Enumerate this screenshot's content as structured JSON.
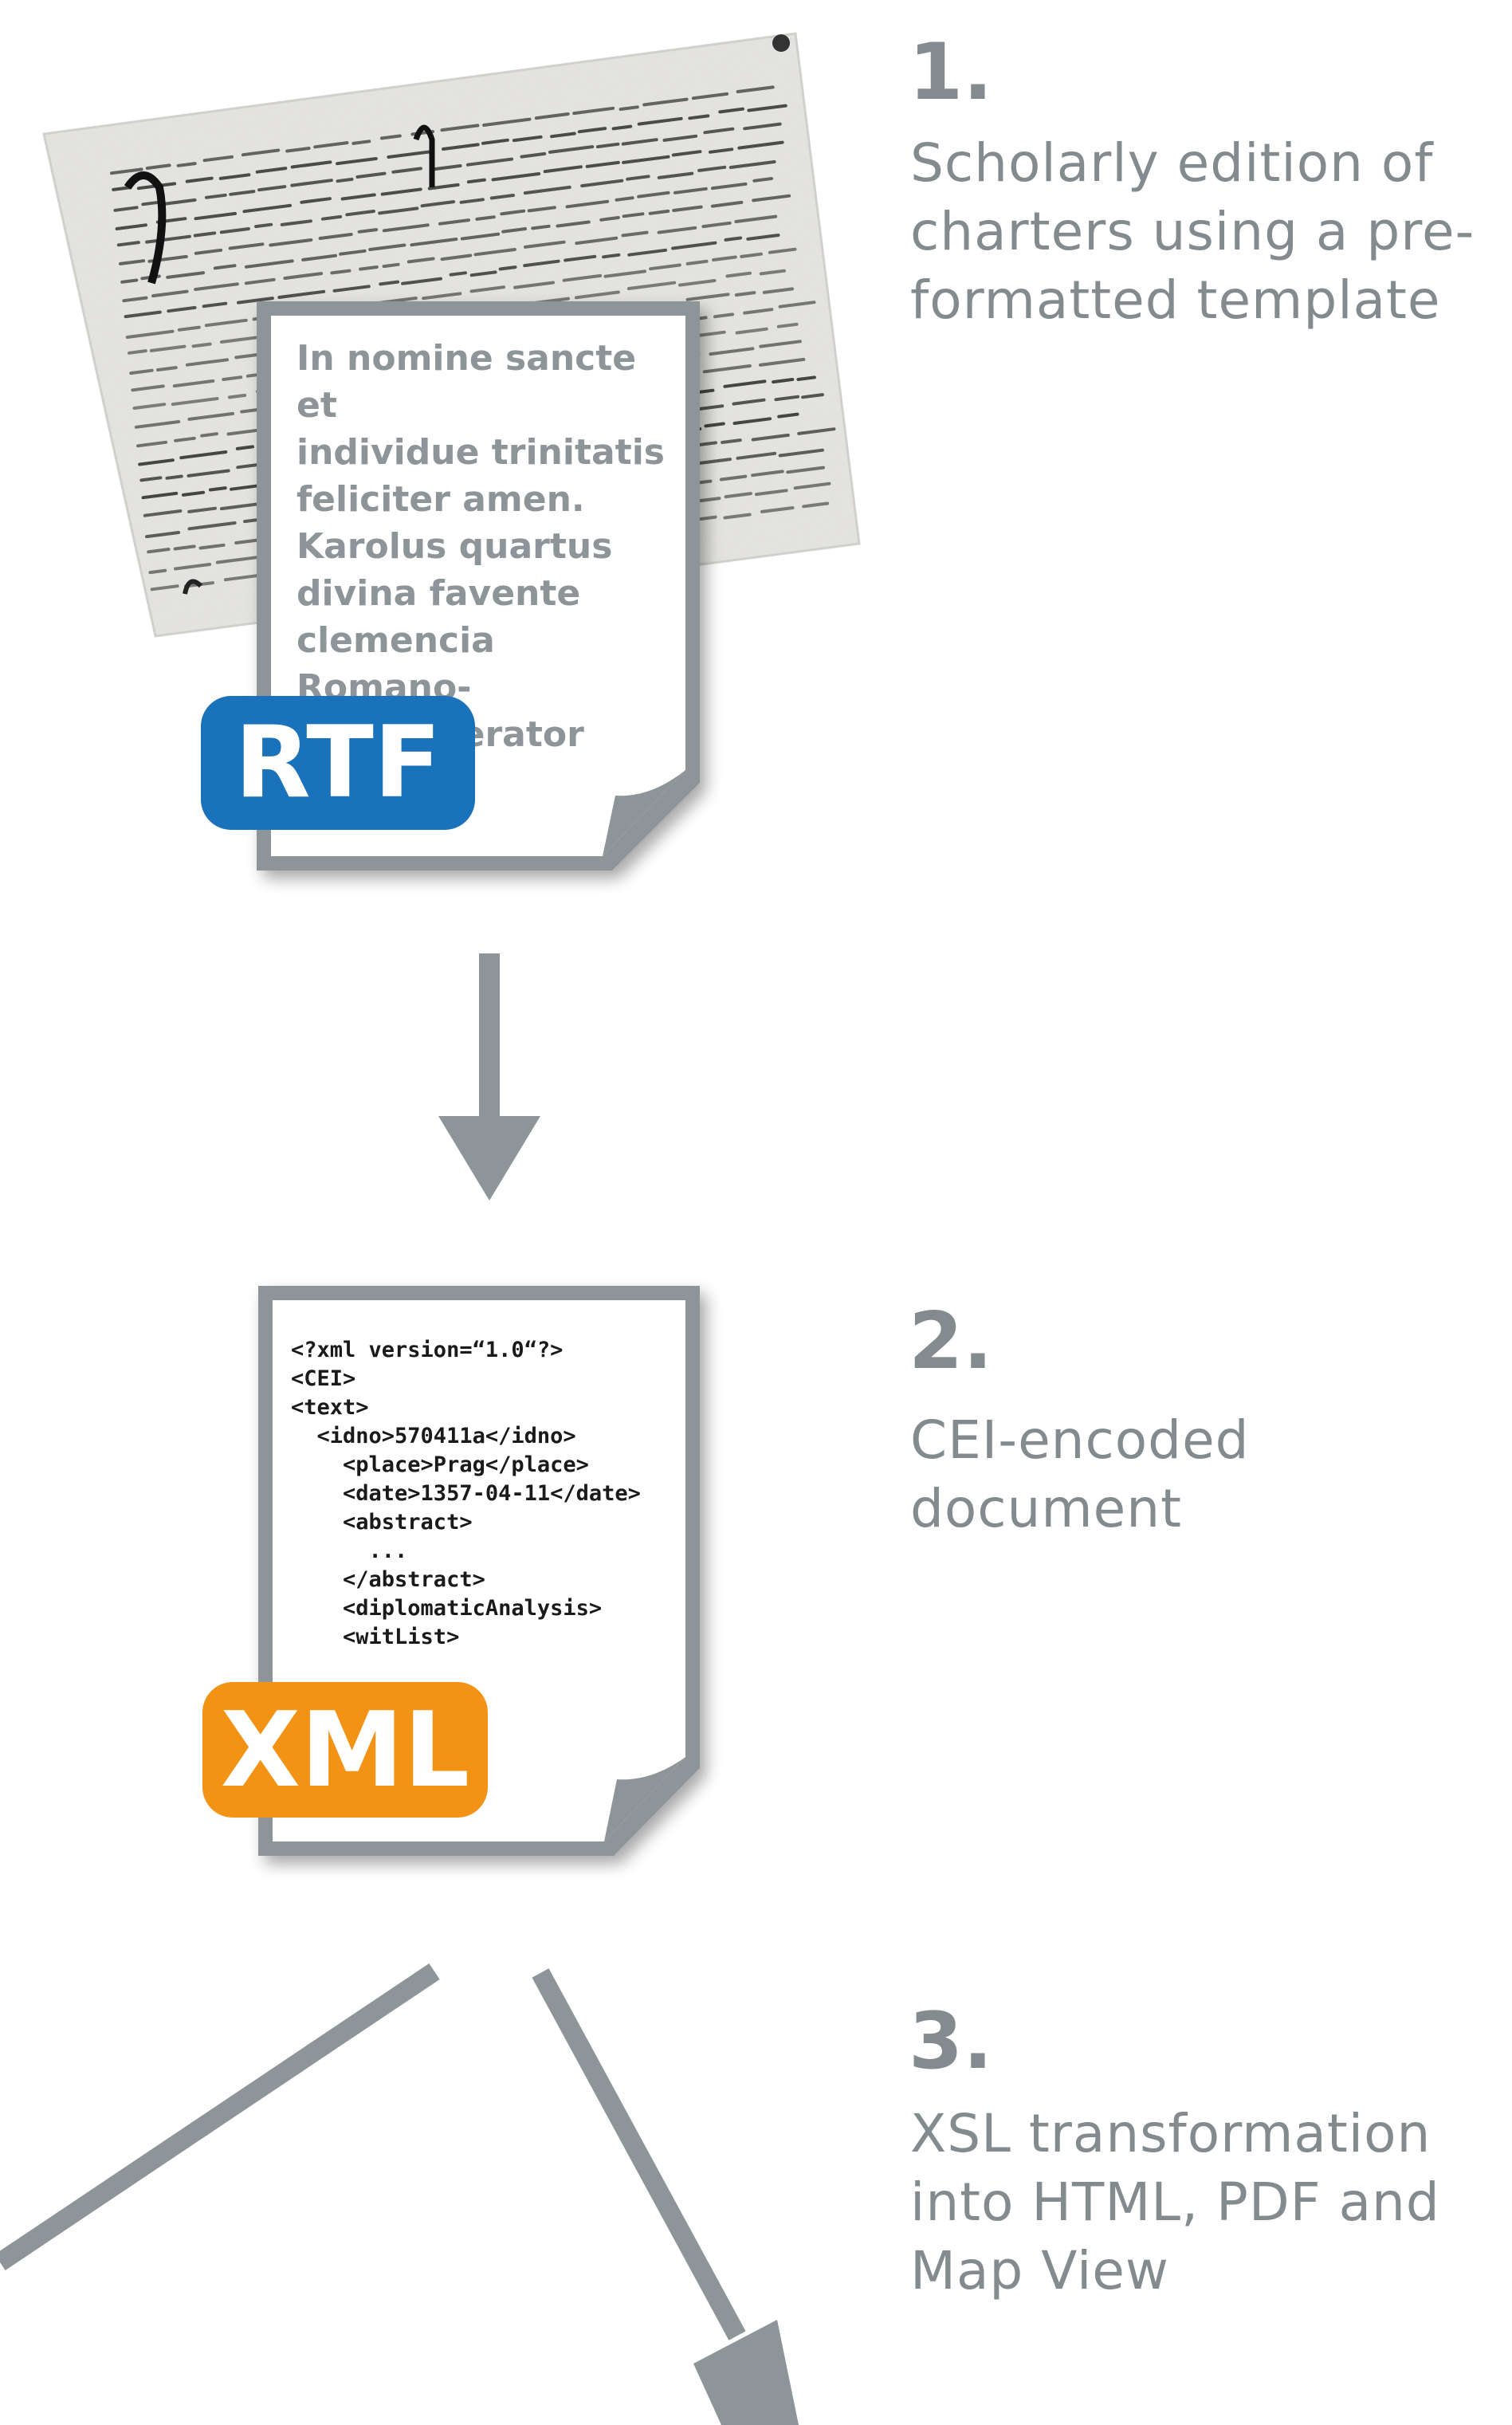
{
  "colors": {
    "gray": "#8e9599",
    "rtf_blue": "#1a72bb",
    "xml_orange": "#f39316",
    "code_text": "#1a1a1a"
  },
  "steps": [
    {
      "number": "1.",
      "text": "Scholarly edition of\ncharters using a pre-\nformatted template"
    },
    {
      "number": "2.",
      "text": "CEI-encoded\ndocument"
    },
    {
      "number": "3.",
      "text": "XSL transformation\ninto HTML, PDF and\nMap View"
    }
  ],
  "rtf_document": {
    "badge": "RTF",
    "text": "In nominе sancte et\nindividue trinitatis\nfeliciter amen.\nKarolus quartus\ndivina favente\nclemencia Romano-\nrum imperator"
  },
  "xml_document": {
    "badge": "XML",
    "code": "<?xml version=“1.0“?>\n<CEI>\n<text>\n  <idno>570411a</idno>\n    <place>Prag</place>\n    <date>1357-04-11</date>\n    <abstract>\n      ...\n    </abstract>\n    <diplomaticAnalysis>\n    <witList>"
  },
  "manuscript": {
    "icon": "charter-manuscript-image"
  }
}
